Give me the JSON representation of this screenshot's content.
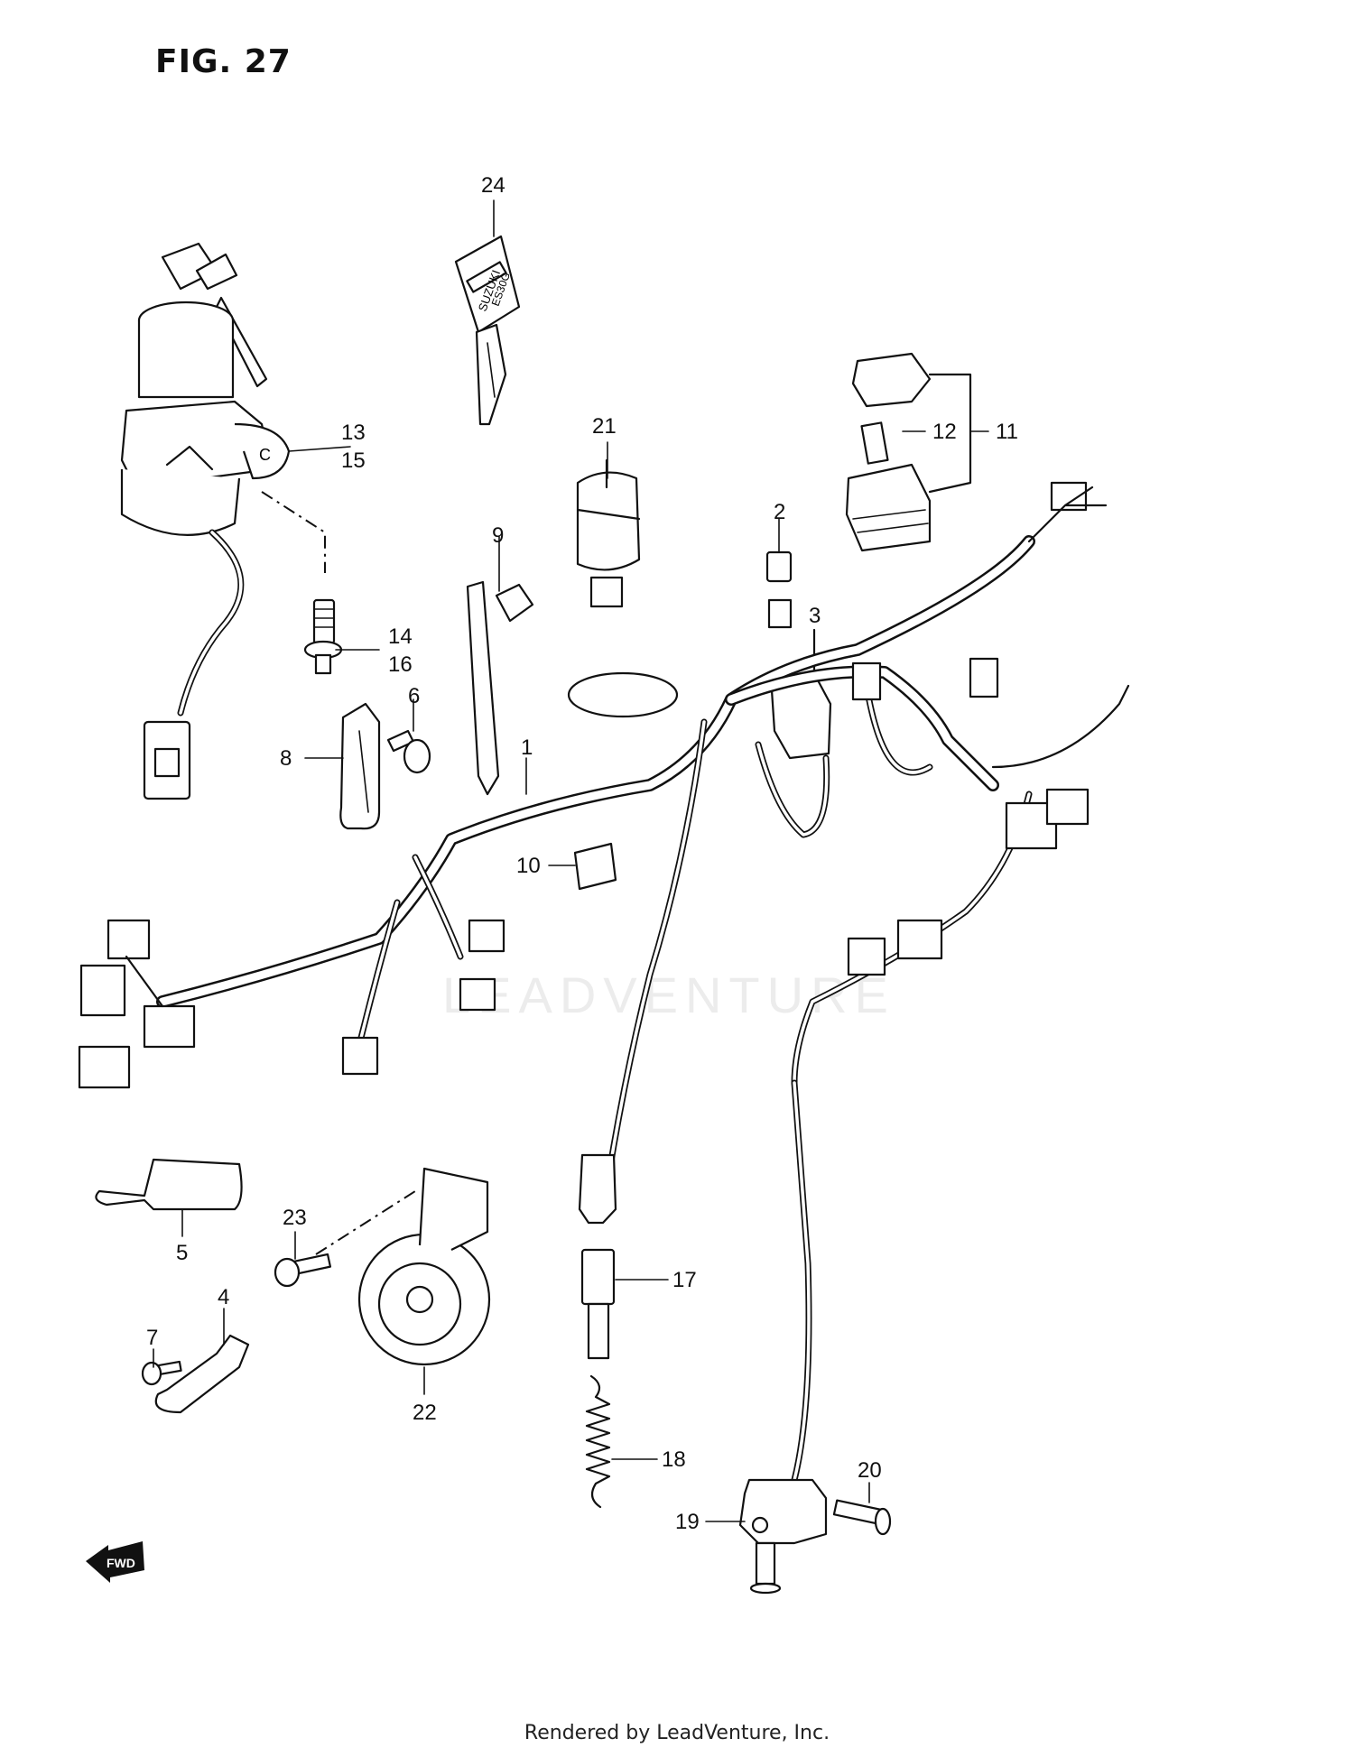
{
  "figure": {
    "title": "FIG. 27",
    "watermark": "LEADVENTURE",
    "footer": "Rendered by LeadVenture, Inc.",
    "direction_badge": "FWD"
  },
  "callouts": {
    "c1": "1",
    "c2": "2",
    "c3": "3",
    "c4": "4",
    "c5": "5",
    "c6": "6",
    "c7": "7",
    "c8": "8",
    "c9": "9",
    "c10": "10",
    "c11": "11",
    "c12": "12",
    "c13": "13",
    "c14": "14",
    "c15": "15",
    "c16": "16",
    "c17": "17",
    "c18": "18",
    "c19": "19",
    "c20": "20",
    "c21": "21",
    "c22": "22",
    "c23": "23",
    "c24": "24"
  },
  "key_text": {
    "line1": "SUZUKI",
    "line2": "ES30G"
  },
  "ignition_mark": "C",
  "colors": {
    "ink": "#111111",
    "paper": "#ffffff",
    "watermark": "#ececec"
  }
}
